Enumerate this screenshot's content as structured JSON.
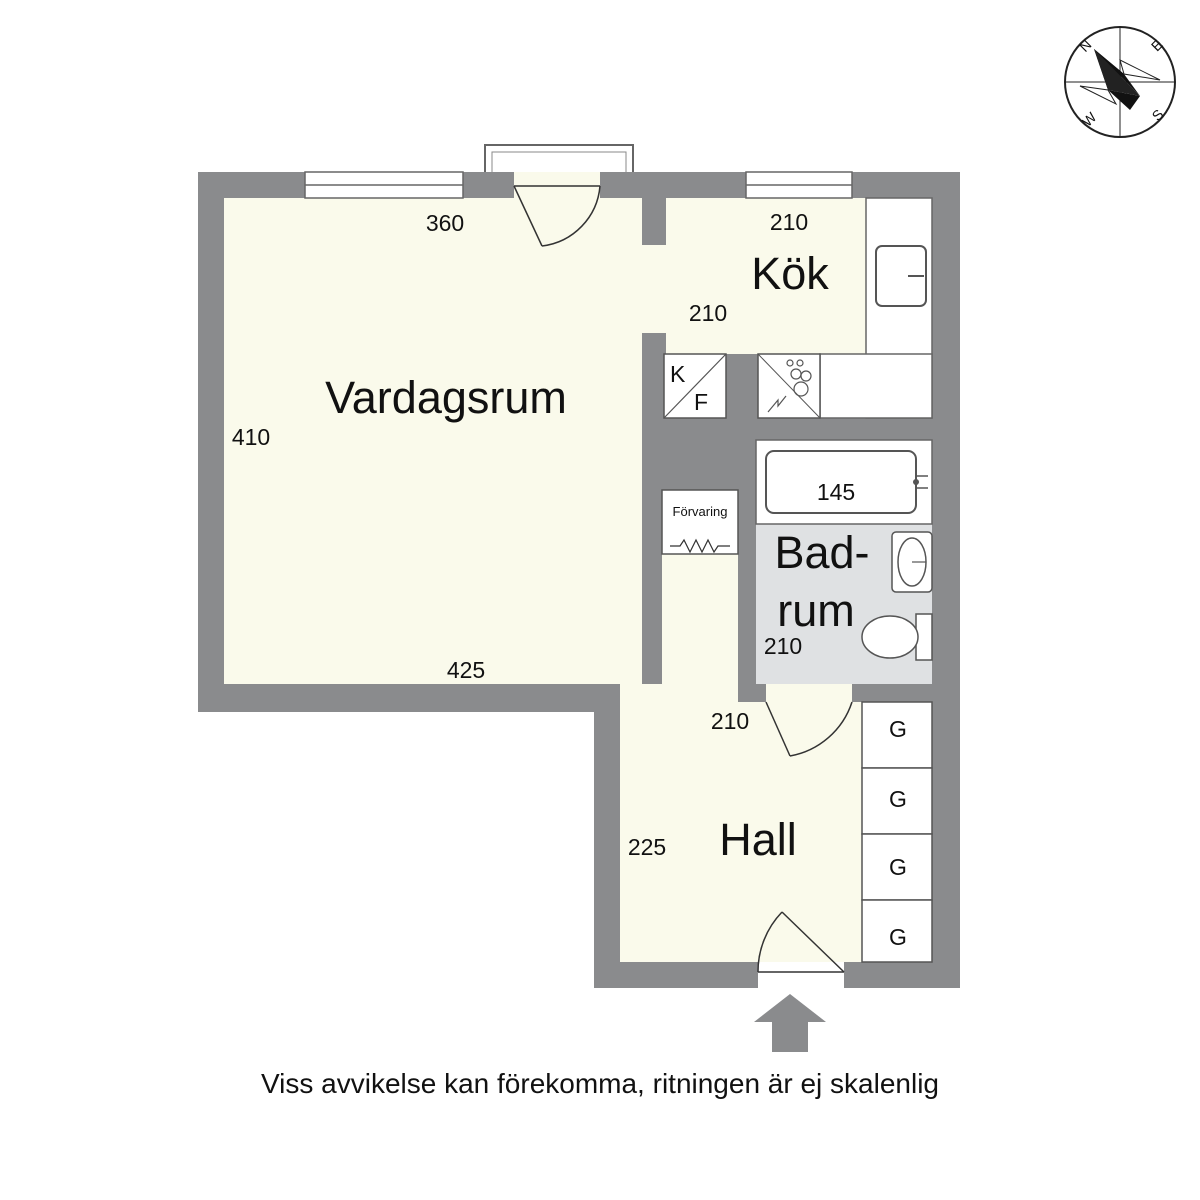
{
  "colors": {
    "wall": "#8a8b8d",
    "floor": "#fafaeb",
    "bathroom_floor": "#dfe1e3",
    "fixture_stroke": "#555555",
    "text": "#111111"
  },
  "rooms": {
    "vardagsrum": "Vardagsrum",
    "kok": "Kök",
    "badrum_line1": "Bad-",
    "badrum_line2": "rum",
    "hall": "Hall"
  },
  "dimensions": {
    "vardagsrum_width_top": "360",
    "vardagsrum_width_bottom": "425",
    "vardagsrum_depth": "410",
    "kok_width": "210",
    "kok_side": "210",
    "bath_tub": "145",
    "badrum": "210",
    "hall_top": "210",
    "hall_depth": "225"
  },
  "fixtures": {
    "fridge_k": "K",
    "freezer_f": "F",
    "storage": "Förvaring",
    "wardrobe": [
      "G",
      "G",
      "G",
      "G"
    ]
  },
  "compass": {
    "n": "N",
    "e": "E",
    "s": "S",
    "w": "W"
  },
  "footer": {
    "disclaimer": "Viss avvikelse kan förekomma, ritningen är ej skalenlig"
  }
}
